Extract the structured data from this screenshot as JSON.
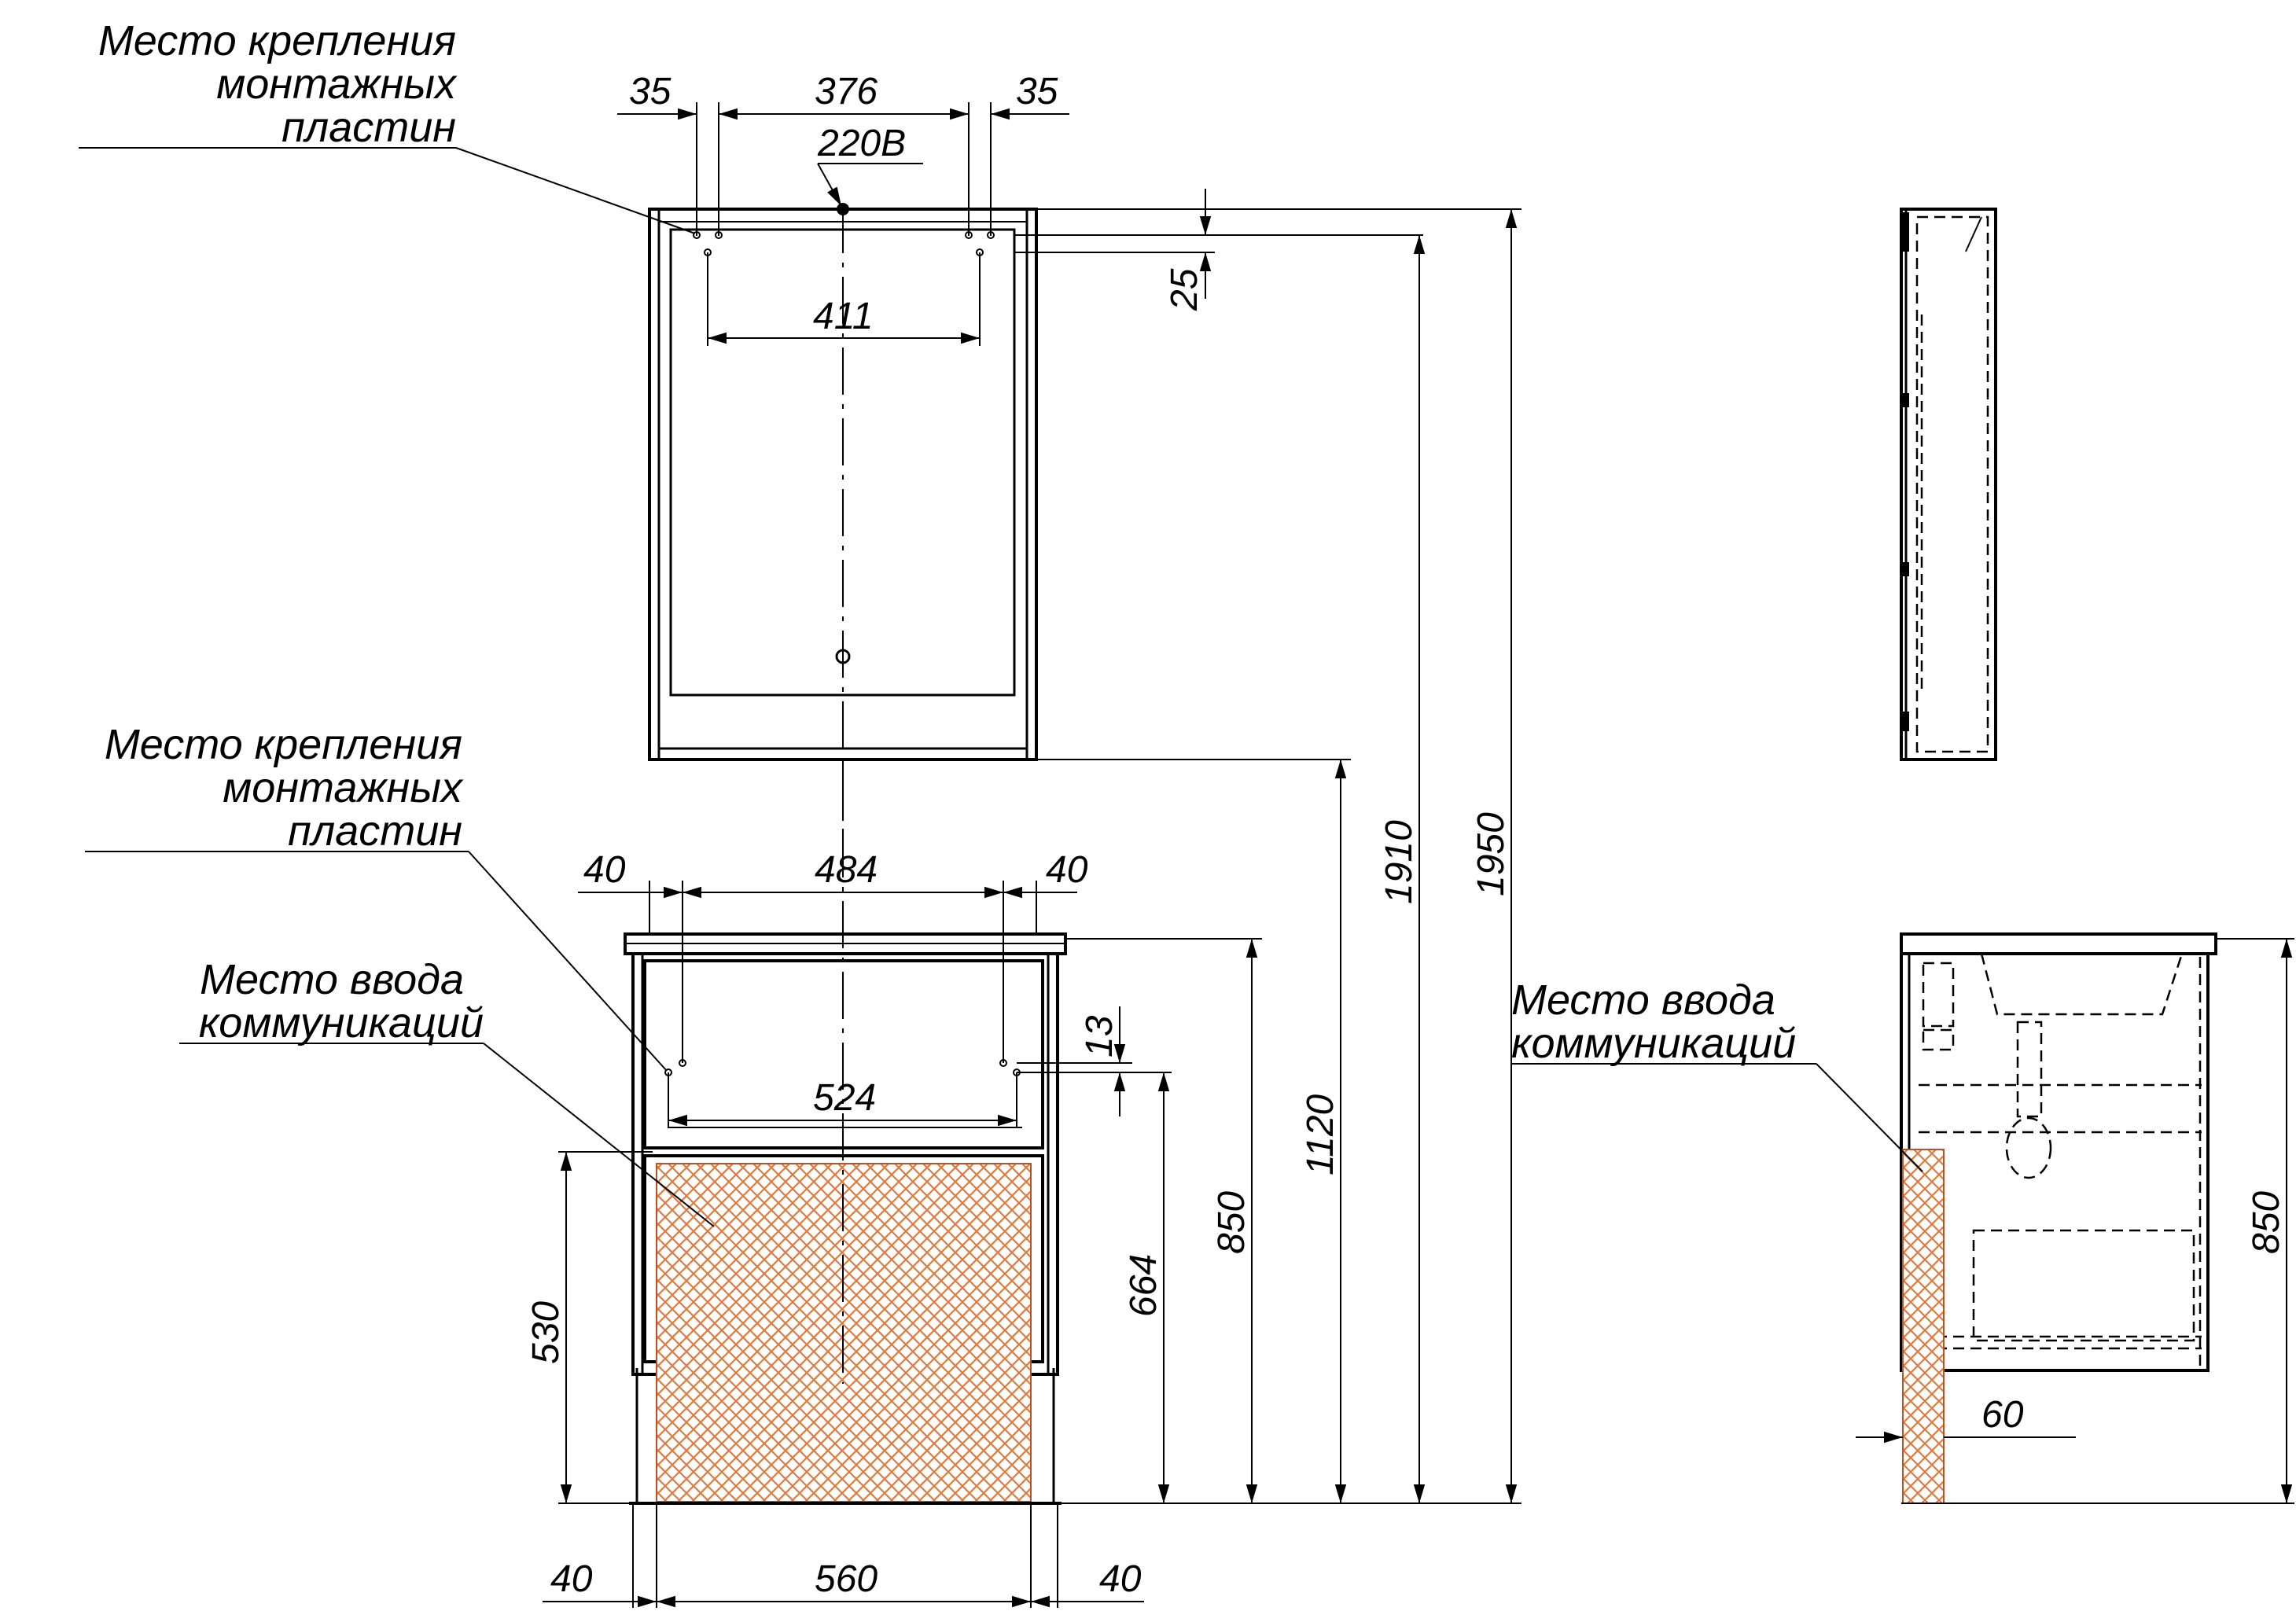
{
  "labels": {
    "mount_plates": [
      "Место крепления",
      "монтажных",
      "пластин"
    ],
    "mount_plates_cabinet": [
      "Место крепления",
      "монтажных",
      "пластин"
    ],
    "utility_entry_front": [
      "Место ввода",
      "коммуникаций"
    ],
    "utility_entry_side": [
      "Место ввода",
      "коммуникаций"
    ]
  },
  "mirror_dims": {
    "left_offset": "35",
    "between": "376",
    "right_offset": "35",
    "power": "220В",
    "holes_spacing": "411",
    "top_offset": "25"
  },
  "cabinet_dims": {
    "left_offset": "40",
    "between": "484",
    "right_offset": "40",
    "holes_spacing": "524",
    "top_offset": "13",
    "entry_height": "530",
    "holes_height": "664",
    "cabinet_height": "850"
  },
  "overall_dims": {
    "mirror_bottom": "1120",
    "mirror_holes_height": "1910",
    "total_height": "1950"
  },
  "bottom_dims": {
    "left": "40",
    "zone": "560",
    "right": "40"
  },
  "side_dims": {
    "height": "850",
    "entry_depth": "60"
  },
  "colors": {
    "hatch": "#e07a3e",
    "line": "#000000"
  }
}
